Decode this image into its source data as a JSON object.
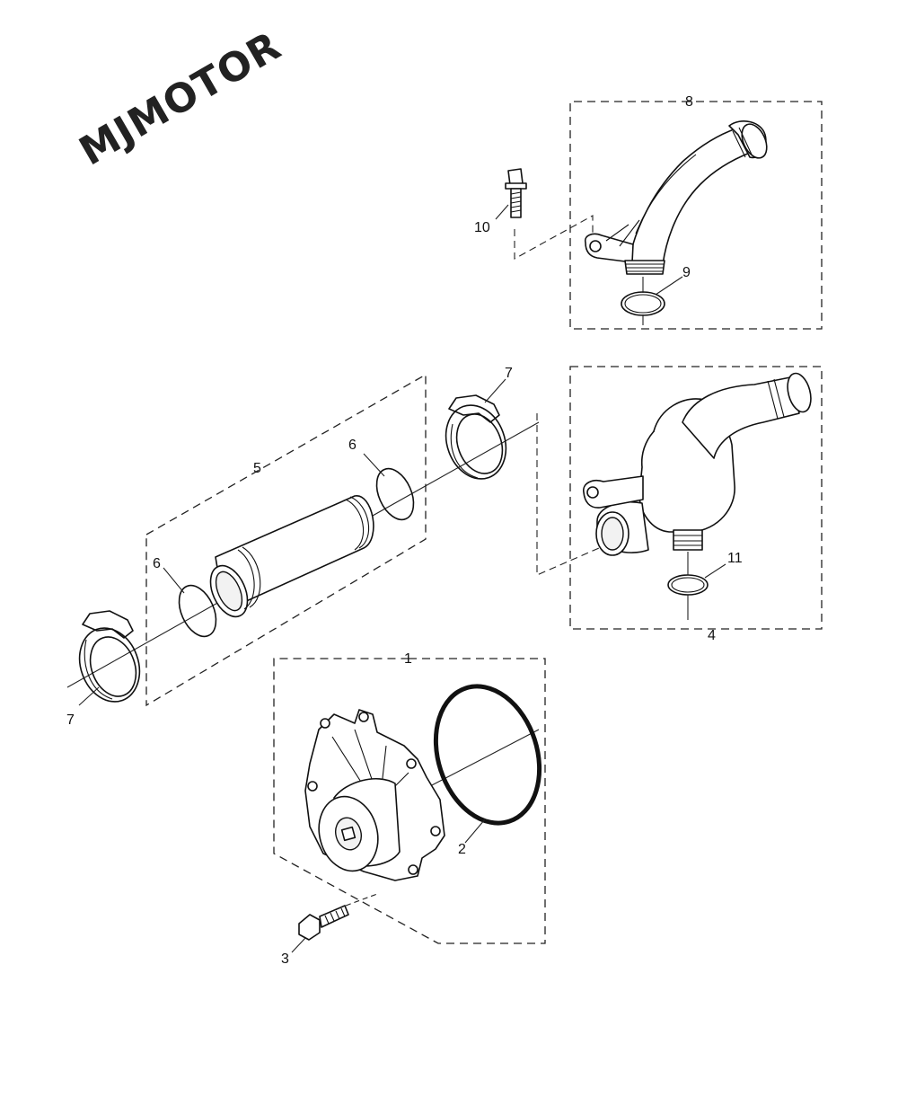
{
  "brand": {
    "logo_text": "MJMOTOR"
  },
  "callouts": [
    {
      "id": "1",
      "label": "1"
    },
    {
      "id": "2",
      "label": "2"
    },
    {
      "id": "3",
      "label": "3"
    },
    {
      "id": "4",
      "label": "4"
    },
    {
      "id": "5",
      "label": "5"
    },
    {
      "id": "6a",
      "label": "6"
    },
    {
      "id": "6b",
      "label": "6"
    },
    {
      "id": "7a",
      "label": "7"
    },
    {
      "id": "7b",
      "label": "7"
    },
    {
      "id": "8",
      "label": "8"
    },
    {
      "id": "9",
      "label": "9"
    },
    {
      "id": "10",
      "label": "10"
    },
    {
      "id": "11",
      "label": "11"
    }
  ],
  "icons": {
    "water_pump": "water-pump-icon",
    "gasket": "o-ring-icon",
    "bolt": "bolt-icon",
    "hose_clamp": "hose-clamp-icon",
    "coolant_pipe": "coolant-pipe-icon",
    "thermostat_housing": "thermostat-housing-icon",
    "outlet_elbow": "outlet-elbow-icon"
  }
}
